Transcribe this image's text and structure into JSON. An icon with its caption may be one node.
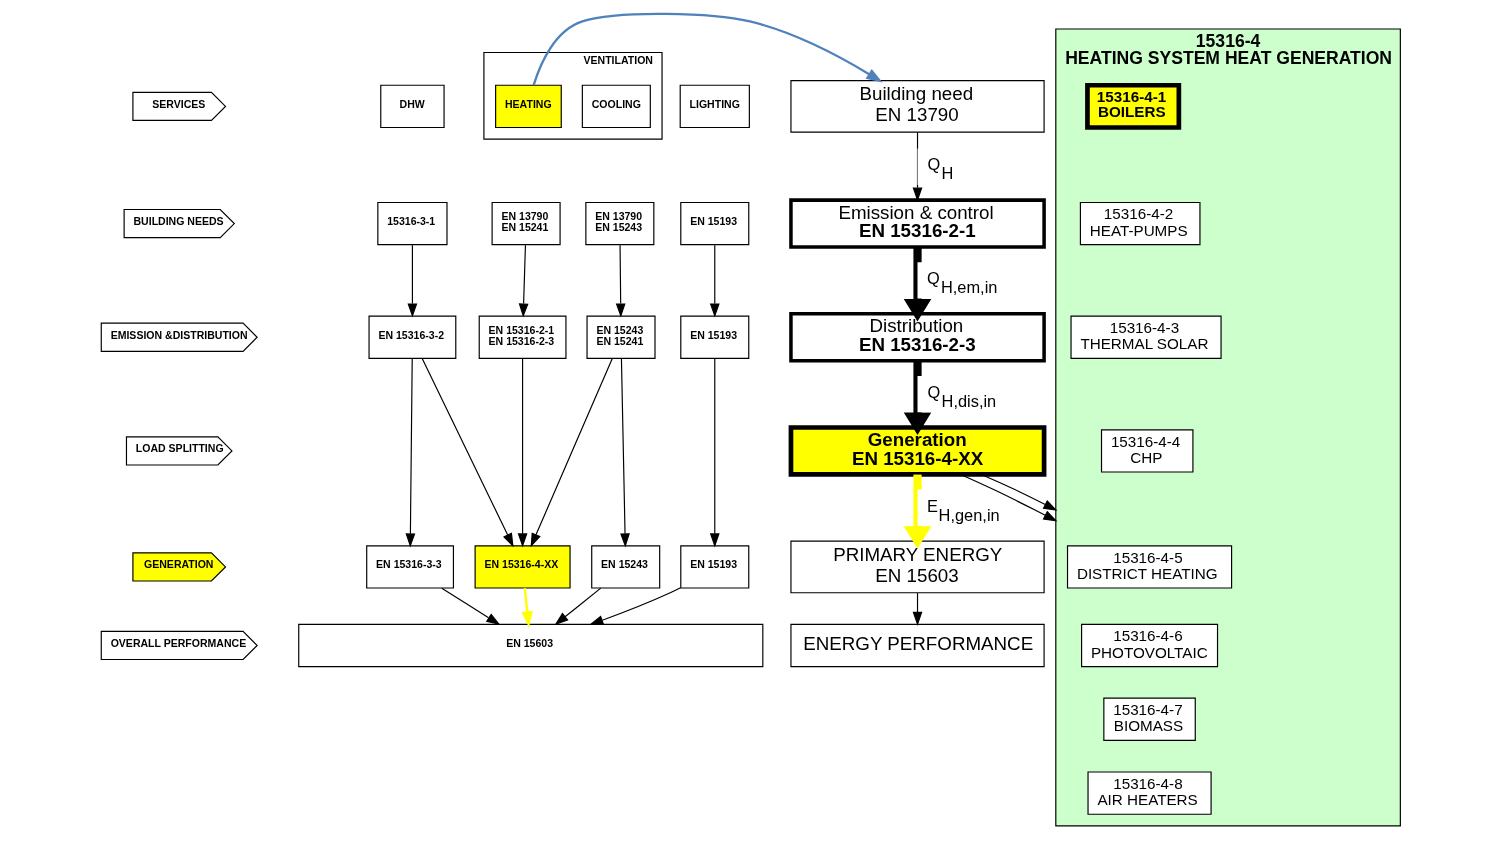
{
  "diagram": {
    "nodes": [
      {
        "text": [
          "SERVICES"
        ]
      },
      {
        "text": [
          "DHW"
        ]
      },
      {
        "text": [
          "VENTILATION"
        ]
      },
      {
        "text": [
          "HEATING"
        ],
        "in": 2
      },
      {
        "text": [
          "COOLING"
        ],
        "in": 2
      },
      {
        "text": [
          "LIGHTING"
        ]
      },
      {
        "text": [
          "BUILDING NEEDS"
        ]
      },
      {
        "text": [
          "15316-3-1"
        ]
      },
      {
        "text": [
          "EN 13790",
          "EN 15241"
        ]
      },
      {
        "text": [
          "EN 13790",
          "EN 15243"
        ]
      },
      {
        "text": [
          "EN 15193"
        ]
      },
      {
        "text": [
          "EMISSION &DISTRIBUTION"
        ]
      },
      {
        "text": [
          "EN 15316-3-2"
        ]
      },
      {
        "text": [
          "EN 15316-2-1",
          "EN 15316-2-3"
        ]
      },
      {
        "text": [
          "EN 15243",
          "EN 15241"
        ]
      },
      {
        "text": [
          "EN 15193"
        ]
      },
      {
        "text": [
          "LOAD SPLITTING"
        ]
      },
      {
        "text": [
          "GENERATION"
        ]
      },
      {
        "text": [
          "EN 15316-3-3"
        ]
      },
      {
        "text": [
          "EN 15316-4-XX"
        ]
      },
      {
        "text": [
          "EN 15243"
        ]
      },
      {
        "text": [
          "EN 15193"
        ]
      },
      {
        "text": [
          "OVERALL PERFORMANCE"
        ]
      },
      {
        "text": [
          "EN 15603"
        ]
      },
      {
        "text": [
          "Building need",
          "EN 13790"
        ]
      },
      {
        "text": [
          "Emission & control",
          "EN 15316-2-1"
        ]
      },
      {
        "text": [
          "Distribution",
          "EN 15316-2-3"
        ]
      },
      {
        "text": [
          "Generation",
          "EN 15316-4-XX"
        ]
      },
      {
        "text": [
          "PRIMARY ENERGY",
          "EN 15603"
        ]
      },
      {
        "text": [
          "ENERGY PERFORMANCE"
        ]
      },
      {
        "text": [
          "15316-4",
          "HEATING SYSTEM HEAT GENERATION"
        ]
      },
      {
        "text": [
          "15316-4-1",
          "BOILERS"
        ],
        "in": 30
      },
      {
        "text": [
          "15316-4-2",
          "HEAT-PUMPS"
        ],
        "in": 30
      },
      {
        "text": [
          "15316-4-3",
          "THERMAL SOLAR"
        ],
        "in": 30
      },
      {
        "text": [
          "15316-4-4",
          "CHP"
        ],
        "in": 30
      },
      {
        "text": [
          "15316-4-5",
          "DISTRICT HEATING"
        ],
        "in": 30
      },
      {
        "text": [
          "15316-4-6",
          "PHOTOVOLTAIC"
        ],
        "in": 30
      },
      {
        "text": [
          "15316-4-7",
          "BIOMASS"
        ],
        "in": 30
      },
      {
        "text": [
          "15316-4-8",
          "AIR HEATERS"
        ],
        "in": 30
      }
    ],
    "edges": [
      {
        "from": 7,
        "to": 12,
        "arrow": "to"
      },
      {
        "from": 8,
        "to": 13,
        "arrow": "to"
      },
      {
        "from": 9,
        "to": 14,
        "arrow": "to"
      },
      {
        "from": 10,
        "to": 15,
        "arrow": "to"
      },
      {
        "from": 12,
        "to": 18,
        "arrow": "to"
      },
      {
        "from": 12,
        "to": 19,
        "arrow": "to"
      },
      {
        "from": 13,
        "to": 19,
        "arrow": "to"
      },
      {
        "from": 14,
        "to": 19,
        "arrow": "to"
      },
      {
        "from": 14,
        "to": 20,
        "arrow": "to"
      },
      {
        "from": 15,
        "to": 21,
        "arrow": "to"
      },
      {
        "from": 18,
        "to": 23,
        "arrow": "to"
      },
      {
        "from": 19,
        "to": 23,
        "arrow": "to",
        "color": "#ffff00"
      },
      {
        "from": 20,
        "to": 23,
        "arrow": "to"
      },
      {
        "from": 21,
        "to": 23,
        "arrow": "to"
      },
      {
        "from": 3,
        "to": 24,
        "arrow": "to",
        "color": "#4f81bd"
      },
      {
        "from": 24,
        "to": 25,
        "arrow": "to",
        "label": "Q$_{H}$"
      },
      {
        "from": 25,
        "to": 26,
        "arrow": "to",
        "style": "thick",
        "label": "Q$_{H,em,in}$"
      },
      {
        "from": 26,
        "to": 27,
        "arrow": "to",
        "style": "thick",
        "label": "Q$_{H,dis,in}$"
      },
      {
        "from": 27,
        "to": 28,
        "arrow": "to",
        "style": "thick",
        "color": "#ffff00",
        "label": "E$_{H,gen,in}$"
      },
      {
        "from": 28,
        "to": 29,
        "arrow": "to"
      },
      {
        "from": 27,
        "to": 30,
        "arrow": "to"
      },
      {
        "from": 27,
        "to": 30,
        "arrow": "to"
      }
    ]
  }
}
